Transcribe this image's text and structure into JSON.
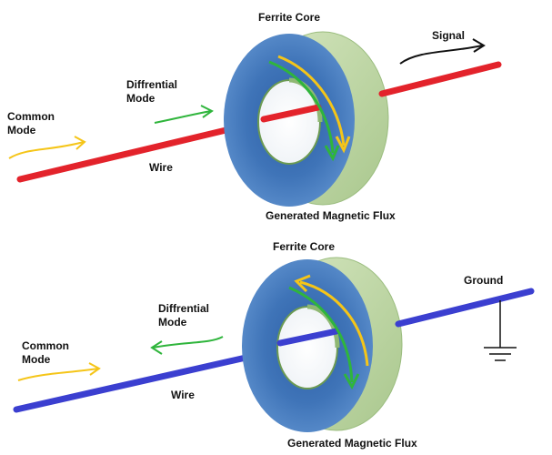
{
  "top_panel": {
    "core_label": "Ferrite Core",
    "signal_label": "Signal",
    "differential_label": "Diffrential Mode",
    "common_label": "Common Mode",
    "wire_label": "Wire",
    "flux_label": "Generated Magnetic Flux"
  },
  "bottom_panel": {
    "core_label": "Ferrite Core",
    "ground_label": "Ground",
    "differential_label": "Diffrential Mode",
    "common_label": "Common Mode",
    "wire_label": "Wire",
    "flux_label": "Generated Magnetic Flux"
  },
  "colors": {
    "core_outer": "#b8d29c",
    "core_face": "#3f74b8",
    "top_wire": "#e3232b",
    "bottom_wire": "#3b3fd0",
    "common_arrow": "#f5c518",
    "differential_arrow": "#2fb53c",
    "signal_arrow": "#111111"
  }
}
